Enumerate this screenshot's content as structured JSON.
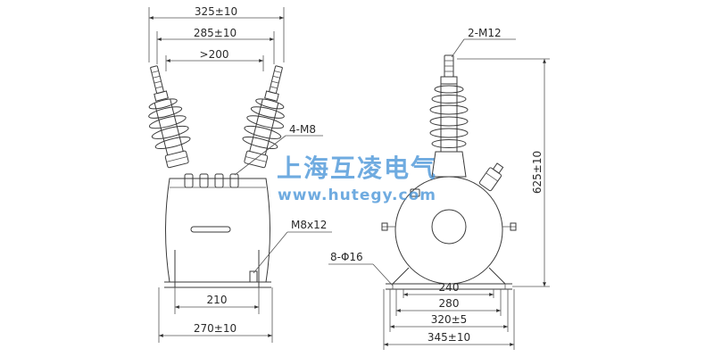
{
  "watermark": {
    "company": "上海互凌电气",
    "url": "www.hutegy.com"
  },
  "front_view": {
    "dim_overall_top": "325±10",
    "dim_middle_top": "285±10",
    "dim_min_spacing": ">200",
    "label_terminal_bolts": "4-M8",
    "label_ground_bolt": "M8x12",
    "dim_base_inner": "210",
    "dim_base_outer": "270±10"
  },
  "side_view": {
    "label_top_thread": "2-M12",
    "dim_height": "625±10",
    "label_mount_holes": "8-Φ16",
    "dim_base_1": "240",
    "dim_base_2": "280",
    "dim_base_3": "320±5",
    "dim_base_4": "345±10"
  }
}
